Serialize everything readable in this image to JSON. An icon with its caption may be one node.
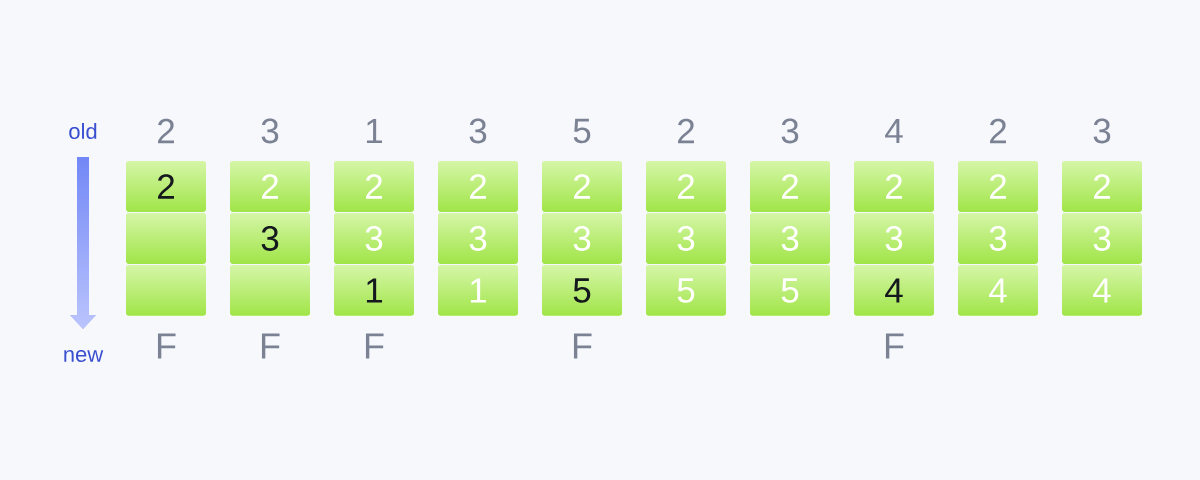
{
  "diagram": {
    "nodes": [
      {
        "text": [
          "2"
        ]
      },
      {
        "text": [
          "2"
        ]
      },
      {
        "text": [
          "2"
        ]
      },
      {
        "text": [
          "2"
        ]
      },
      {
        "text": [
          "2"
        ]
      },
      {
        "text": [
          "2"
        ]
      },
      {
        "text": [
          "2"
        ]
      },
      {
        "text": [
          "2"
        ]
      },
      {
        "text": [
          "2"
        ]
      },
      {
        "text": [
          "2"
        ]
      },
      {
        "text": [],
        "shape": "box"
      },
      {
        "text": [
          "3"
        ]
      },
      {
        "text": [
          "3"
        ]
      },
      {
        "text": [
          "3"
        ]
      },
      {
        "text": [
          "3"
        ]
      },
      {
        "text": [
          "3"
        ]
      },
      {
        "text": [
          "3"
        ]
      },
      {
        "text": [
          "3"
        ]
      },
      {
        "text": [
          "3"
        ]
      },
      {
        "text": [
          "3"
        ]
      },
      {
        "text": [],
        "shape": "box"
      },
      {
        "text": [],
        "shape": "box"
      },
      {
        "text": [
          "1"
        ]
      },
      {
        "text": [
          "1"
        ]
      },
      {
        "text": [
          "5"
        ]
      },
      {
        "text": [
          "5"
        ]
      },
      {
        "text": [
          "5"
        ]
      },
      {
        "text": [
          "4"
        ]
      },
      {
        "text": [
          "4"
        ]
      },
      {
        "text": [
          "4"
        ]
      }
    ],
    "labels": [
      "old",
      "2",
      "3",
      "1",
      "3",
      "5",
      "2",
      "3",
      "4",
      "2",
      "3",
      "new",
      "F",
      "F",
      "F",
      "F",
      "F"
    ]
  }
}
